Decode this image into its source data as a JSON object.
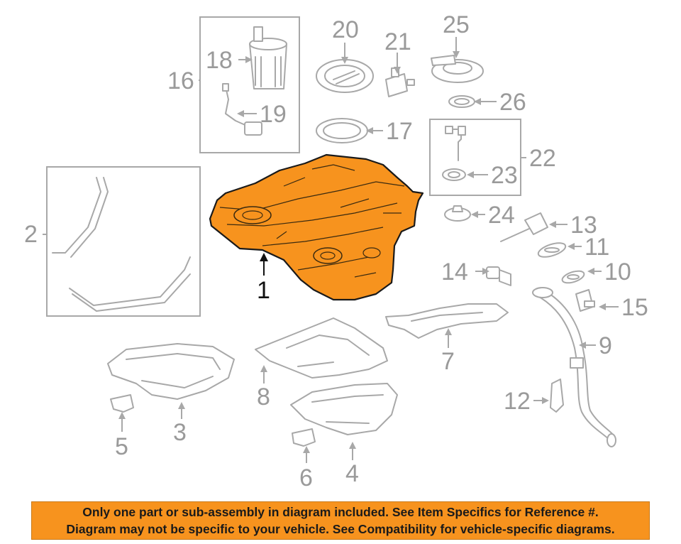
{
  "diagram": {
    "highlight_color": "#F7931E",
    "highlighted_part": "1",
    "parts": {
      "p1": "1",
      "p2": "2",
      "p3": "3",
      "p4": "4",
      "p5": "5",
      "p6": "6",
      "p7": "7",
      "p8": "8",
      "p9": "9",
      "p10": "10",
      "p11": "11",
      "p12": "12",
      "p13": "13",
      "p14": "14",
      "p15": "15",
      "p16": "16",
      "p17": "17",
      "p18": "18",
      "p19": "19",
      "p20": "20",
      "p21": "21",
      "p22": "22",
      "p23": "23",
      "p24": "24",
      "p25": "25",
      "p26": "26"
    }
  },
  "banner": {
    "background": "#F7931E",
    "line1": "Only one part or sub-assembly in diagram included. See Item Specifics for Reference #.",
    "line2": "Diagram may not be specific to your vehicle. See Compatibility for vehicle-specific diagrams."
  }
}
